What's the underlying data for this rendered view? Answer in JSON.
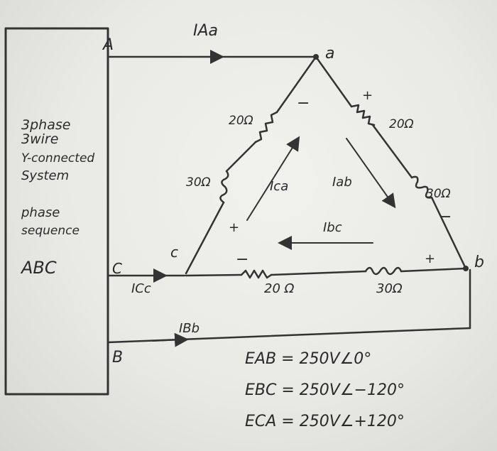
{
  "source_box": {
    "lines": [
      "3phase",
      "3wire",
      "Y-connected",
      "System",
      "phase",
      "sequence",
      "ABC"
    ]
  },
  "lines": {
    "A": "A",
    "C": "C",
    "B": "B"
  },
  "currents": {
    "IAa": "IAa",
    "ICc": "ICc",
    "IBb": "IBb",
    "Ica": "Ica",
    "Iab": "Iab",
    "Ibc": "Ibc"
  },
  "nodes": {
    "a": "a",
    "b": "b",
    "c": "c"
  },
  "impedances": {
    "ca_r": "20Ω",
    "ca_l": "30Ω",
    "ab_r": "20Ω",
    "ab_l": "30Ω",
    "bc_r": "20 Ω",
    "bc_l": "30Ω"
  },
  "polarity": {
    "ca_minus": "−",
    "ab_plus": "+",
    "ab_minus": "−",
    "bc_plus": "+",
    "bc_minus": "−"
  },
  "voltages": {
    "EAB": "EAB = 250V∠0°",
    "EBC": "EBC = 250V∠−120°",
    "ECA": "ECA = 250V∠+120°"
  }
}
